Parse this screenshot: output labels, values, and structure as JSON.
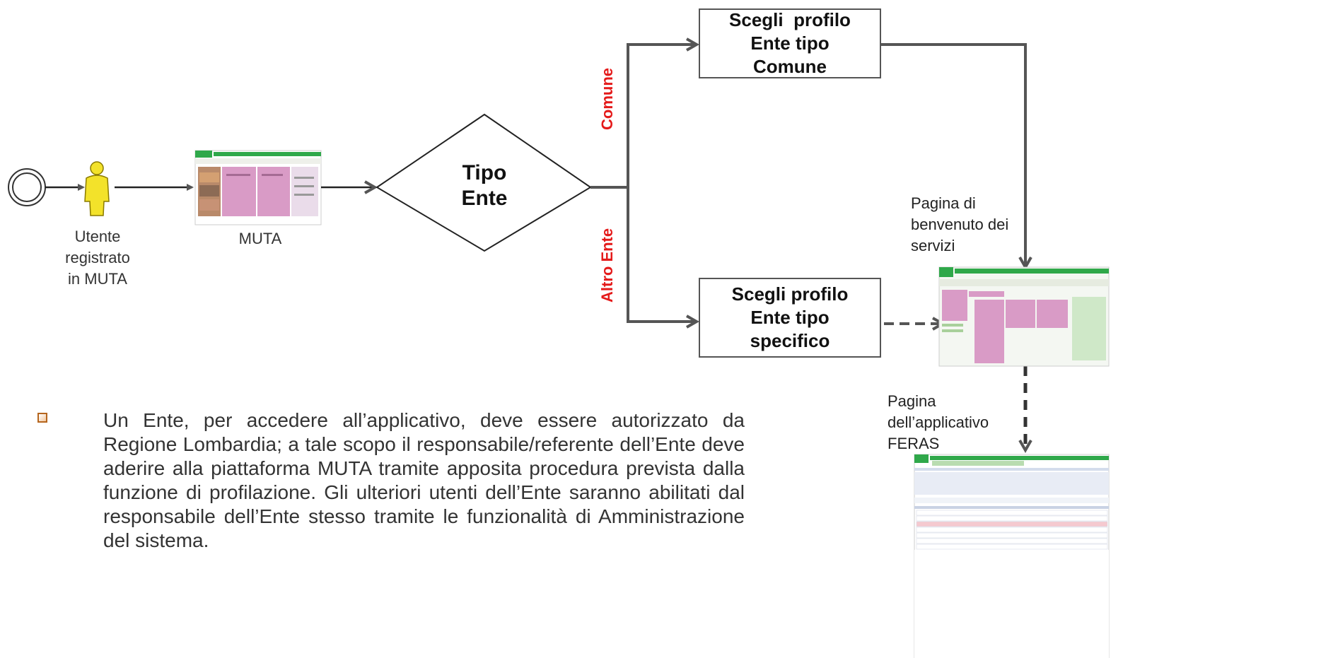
{
  "diagram": {
    "start_event_icon": "start-event-circle-icon",
    "user_icon": "user-person-icon",
    "user_label": [
      "Utente",
      "registrato",
      "in MUTA"
    ],
    "muta_label": "MUTA",
    "decision_label": [
      "Tipo",
      "Ente"
    ],
    "branch_top_label": "Comune",
    "branch_bottom_label": "Altro Ente",
    "box_top_label": [
      "Scegli  profilo",
      "Ente tipo",
      "Comune"
    ],
    "box_bottom_label": [
      "Scegli profilo",
      "Ente tipo",
      "specifico"
    ],
    "welcome_page_label": [
      "Pagina di",
      "benvenuto dei",
      "servizi"
    ],
    "app_page_label": [
      "Pagina",
      "dell’applicativo",
      "FERAS"
    ]
  },
  "bullet": {
    "icon": "square-bullet-icon",
    "text": "Un Ente, per accedere all’applicativo, deve essere autorizzato da Regione Lombardia; a tale scopo il responsabile/referente dell’Ente deve  aderire alla piattaforma  MUTA tramite apposita procedura prevista dalla funzione di profilazione.  Gli ulteriori utenti dell’Ente saranno abilitati dal responsabile dell’Ente stesso tramite le funzionalità di Amministrazione del sistema."
  },
  "colors": {
    "connector": "#555555",
    "branch_label": "#e41a1a",
    "user_icon": "#f3e22a",
    "screenshot_pink": "#d99bc6",
    "screenshot_green": "#2fa84a"
  }
}
